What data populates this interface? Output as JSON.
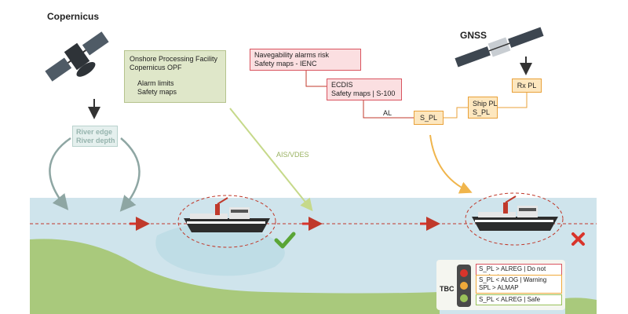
{
  "labels": {
    "copernicus": "Copernicus",
    "gnss": "GNSS",
    "ais_vdes": "AIS/VDES",
    "al": "AL",
    "tbc": "TBC"
  },
  "opf_box": {
    "line1": "Onshore Processing Facility",
    "line2": "Copernicus OPF",
    "item1": "Alarm limits",
    "item2": "Safety maps"
  },
  "river_box": {
    "line1": "River edge",
    "line2": "River depth"
  },
  "nav_box": {
    "line1": "Navegability alarms risk",
    "line2": "Safety maps - IENC"
  },
  "ecdis_box": {
    "line1": "ECDIS",
    "line2": "Safety maps | S-100"
  },
  "spl_box": {
    "label": "S_PL"
  },
  "shippl_box": {
    "line1": "Ship PL",
    "line2": "S_PL"
  },
  "rxpl_box": {
    "label": "Rx PL"
  },
  "legend": {
    "rule1": "S_PL > ALREG  |  Do not navigate",
    "rule2a": "S_PL < ALOG  |  Warning",
    "rule2b": "SPL > ALMAP",
    "rule3": "S_PL < ALREG  |  Safe"
  },
  "colors": {
    "alarm_red": "#d9342b",
    "warning_orange": "#f0a93a",
    "safe_green": "#9ac25a",
    "water": "#cfe4ec",
    "land": "#a9c97c"
  },
  "icons": [
    "satellite-icon",
    "ship-icon",
    "check-icon",
    "cross-icon",
    "traffic-light-icon"
  ]
}
